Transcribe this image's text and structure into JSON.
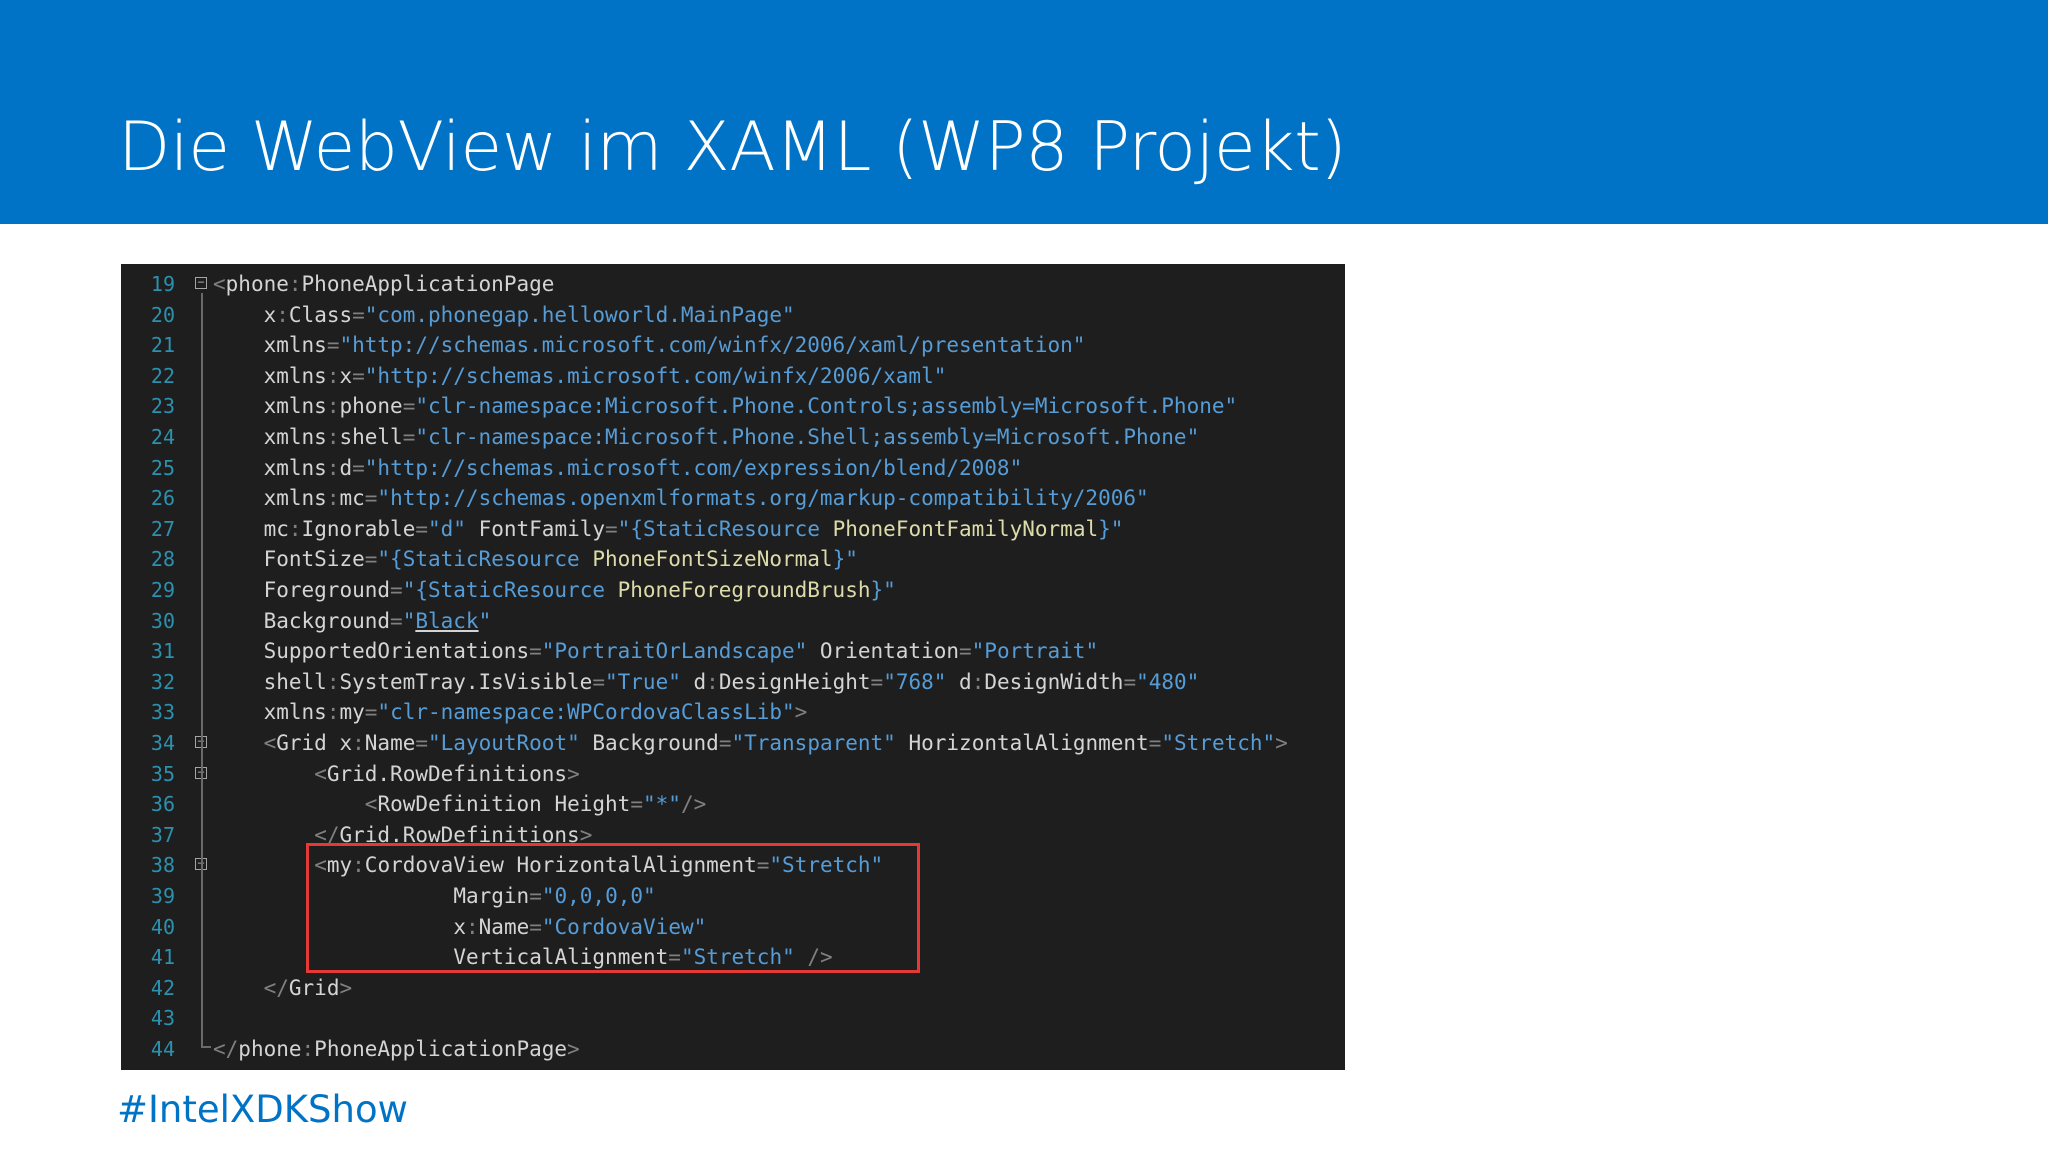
{
  "slide": {
    "title": "Die WebView im XAML (WP8 Projekt)",
    "hashtag": "#IntelXDKShow"
  },
  "colors": {
    "header_bg": "#0173c7",
    "code_bg": "#1e1e1e",
    "highlight": "#e53935"
  },
  "code_lines": [
    {
      "n": "19",
      "fold": true,
      "indent": 0,
      "parts": [
        [
          "p",
          "<"
        ],
        [
          "e",
          "phone"
        ],
        [
          "p",
          ":"
        ],
        [
          "e",
          "PhoneApplicationPage"
        ]
      ]
    },
    {
      "n": "20",
      "indent": 4,
      "parts": [
        [
          "e",
          "x"
        ],
        [
          "p",
          ":"
        ],
        [
          "e",
          "Class"
        ],
        [
          "p",
          "="
        ],
        [
          "s",
          "\"com.phonegap.helloworld.MainPage\""
        ]
      ]
    },
    {
      "n": "21",
      "indent": 4,
      "parts": [
        [
          "e",
          "xmlns"
        ],
        [
          "p",
          "="
        ],
        [
          "s",
          "\"http://schemas.microsoft.com/winfx/2006/xaml/presentation\""
        ]
      ]
    },
    {
      "n": "22",
      "indent": 4,
      "parts": [
        [
          "e",
          "xmlns"
        ],
        [
          "p",
          ":"
        ],
        [
          "e",
          "x"
        ],
        [
          "p",
          "="
        ],
        [
          "s",
          "\"http://schemas.microsoft.com/winfx/2006/xaml\""
        ]
      ]
    },
    {
      "n": "23",
      "indent": 4,
      "parts": [
        [
          "e",
          "xmlns"
        ],
        [
          "p",
          ":"
        ],
        [
          "e",
          "phone"
        ],
        [
          "p",
          "="
        ],
        [
          "s",
          "\"clr-namespace:Microsoft.Phone.Controls;assembly=Microsoft.Phone\""
        ]
      ]
    },
    {
      "n": "24",
      "indent": 4,
      "parts": [
        [
          "e",
          "xmlns"
        ],
        [
          "p",
          ":"
        ],
        [
          "e",
          "shell"
        ],
        [
          "p",
          "="
        ],
        [
          "s",
          "\"clr-namespace:Microsoft.Phone.Shell;assembly=Microsoft.Phone\""
        ]
      ]
    },
    {
      "n": "25",
      "indent": 4,
      "parts": [
        [
          "e",
          "xmlns"
        ],
        [
          "p",
          ":"
        ],
        [
          "e",
          "d"
        ],
        [
          "p",
          "="
        ],
        [
          "s",
          "\"http://schemas.microsoft.com/expression/blend/2008\""
        ]
      ]
    },
    {
      "n": "26",
      "indent": 4,
      "parts": [
        [
          "e",
          "xmlns"
        ],
        [
          "p",
          ":"
        ],
        [
          "e",
          "mc"
        ],
        [
          "p",
          "="
        ],
        [
          "s",
          "\"http://schemas.openxmlformats.org/markup-compatibility/2006\""
        ]
      ]
    },
    {
      "n": "27",
      "indent": 4,
      "parts": [
        [
          "e",
          "mc"
        ],
        [
          "p",
          ":"
        ],
        [
          "e",
          "Ignorable"
        ],
        [
          "p",
          "="
        ],
        [
          "s",
          "\"d\""
        ],
        [
          "e",
          " FontFamily"
        ],
        [
          "p",
          "="
        ],
        [
          "s",
          "\"{StaticResource "
        ],
        [
          "q",
          "PhoneFontFamilyNormal"
        ],
        [
          "s",
          "}\""
        ]
      ]
    },
    {
      "n": "28",
      "indent": 4,
      "parts": [
        [
          "e",
          "FontSize"
        ],
        [
          "p",
          "="
        ],
        [
          "s",
          "\"{StaticResource "
        ],
        [
          "q",
          "PhoneFontSizeNormal"
        ],
        [
          "s",
          "}\""
        ]
      ]
    },
    {
      "n": "29",
      "indent": 4,
      "parts": [
        [
          "e",
          "Foreground"
        ],
        [
          "p",
          "="
        ],
        [
          "s",
          "\"{StaticResource "
        ],
        [
          "q",
          "PhoneForegroundBrush"
        ],
        [
          "s",
          "}\""
        ]
      ]
    },
    {
      "n": "30",
      "indent": 4,
      "parts": [
        [
          "e",
          "Background"
        ],
        [
          "p",
          "="
        ],
        [
          "s",
          "\""
        ],
        [
          "su",
          "Black"
        ],
        [
          "s",
          "\""
        ]
      ]
    },
    {
      "n": "31",
      "indent": 4,
      "parts": [
        [
          "e",
          "SupportedOrientations"
        ],
        [
          "p",
          "="
        ],
        [
          "s",
          "\"PortraitOrLandscape\""
        ],
        [
          "e",
          " Orientation"
        ],
        [
          "p",
          "="
        ],
        [
          "s",
          "\"Portrait\""
        ]
      ]
    },
    {
      "n": "32",
      "indent": 4,
      "parts": [
        [
          "e",
          "shell"
        ],
        [
          "p",
          ":"
        ],
        [
          "e",
          "SystemTray.IsVisible"
        ],
        [
          "p",
          "="
        ],
        [
          "s",
          "\"True\""
        ],
        [
          "e",
          " d"
        ],
        [
          "p",
          ":"
        ],
        [
          "e",
          "DesignHeight"
        ],
        [
          "p",
          "="
        ],
        [
          "s",
          "\"768\""
        ],
        [
          "e",
          " d"
        ],
        [
          "p",
          ":"
        ],
        [
          "e",
          "DesignWidth"
        ],
        [
          "p",
          "="
        ],
        [
          "s",
          "\"480\""
        ]
      ]
    },
    {
      "n": "33",
      "indent": 4,
      "parts": [
        [
          "e",
          "xmlns"
        ],
        [
          "p",
          ":"
        ],
        [
          "e",
          "my"
        ],
        [
          "p",
          "="
        ],
        [
          "s",
          "\"clr-namespace:WPCordovaClassLib\""
        ],
        [
          "p",
          ">"
        ]
      ]
    },
    {
      "n": "34",
      "fold": true,
      "indent": 4,
      "parts": [
        [
          "p",
          "<"
        ],
        [
          "e",
          "Grid"
        ],
        [
          "e",
          " x"
        ],
        [
          "p",
          ":"
        ],
        [
          "e",
          "Name"
        ],
        [
          "p",
          "="
        ],
        [
          "s",
          "\"LayoutRoot\""
        ],
        [
          "e",
          " Background"
        ],
        [
          "p",
          "="
        ],
        [
          "s",
          "\"Transparent\""
        ],
        [
          "e",
          " HorizontalAlignment"
        ],
        [
          "p",
          "="
        ],
        [
          "s",
          "\"Stretch\""
        ],
        [
          "p",
          ">"
        ]
      ]
    },
    {
      "n": "35",
      "fold": true,
      "indent": 8,
      "parts": [
        [
          "p",
          "<"
        ],
        [
          "e",
          "Grid.RowDefinitions"
        ],
        [
          "p",
          ">"
        ]
      ]
    },
    {
      "n": "36",
      "indent": 12,
      "parts": [
        [
          "p",
          "<"
        ],
        [
          "e",
          "RowDefinition"
        ],
        [
          "e",
          " Height"
        ],
        [
          "p",
          "="
        ],
        [
          "s",
          "\"*\""
        ],
        [
          "p",
          "/>"
        ]
      ]
    },
    {
      "n": "37",
      "indent": 8,
      "parts": [
        [
          "p",
          "</"
        ],
        [
          "e",
          "Grid.RowDefinitions"
        ],
        [
          "p",
          ">"
        ]
      ]
    },
    {
      "n": "38",
      "fold": true,
      "indent": 8,
      "parts": [
        [
          "p",
          "<"
        ],
        [
          "e",
          "my"
        ],
        [
          "p",
          ":"
        ],
        [
          "e",
          "CordovaView"
        ],
        [
          "e",
          " HorizontalAlignment"
        ],
        [
          "p",
          "="
        ],
        [
          "s",
          "\"Stretch\""
        ]
      ]
    },
    {
      "n": "39",
      "indent": 19,
      "parts": [
        [
          "e",
          "Margin"
        ],
        [
          "p",
          "="
        ],
        [
          "s",
          "\"0,0,0,0\""
        ]
      ]
    },
    {
      "n": "40",
      "indent": 19,
      "parts": [
        [
          "e",
          "x"
        ],
        [
          "p",
          ":"
        ],
        [
          "e",
          "Name"
        ],
        [
          "p",
          "="
        ],
        [
          "s",
          "\"CordovaView\""
        ]
      ]
    },
    {
      "n": "41",
      "indent": 19,
      "parts": [
        [
          "e",
          "VerticalAlignment"
        ],
        [
          "p",
          "="
        ],
        [
          "s",
          "\"Stretch\""
        ],
        [
          "p",
          " />"
        ]
      ]
    },
    {
      "n": "42",
      "indent": 4,
      "parts": [
        [
          "p",
          "</"
        ],
        [
          "e",
          "Grid"
        ],
        [
          "p",
          ">"
        ]
      ]
    },
    {
      "n": "43",
      "indent": 0,
      "parts": []
    },
    {
      "n": "44",
      "indent": 0,
      "parts": [
        [
          "p",
          "</"
        ],
        [
          "e",
          "phone"
        ],
        [
          "p",
          ":"
        ],
        [
          "e",
          "PhoneApplicationPage"
        ],
        [
          "p",
          ">"
        ]
      ]
    }
  ]
}
